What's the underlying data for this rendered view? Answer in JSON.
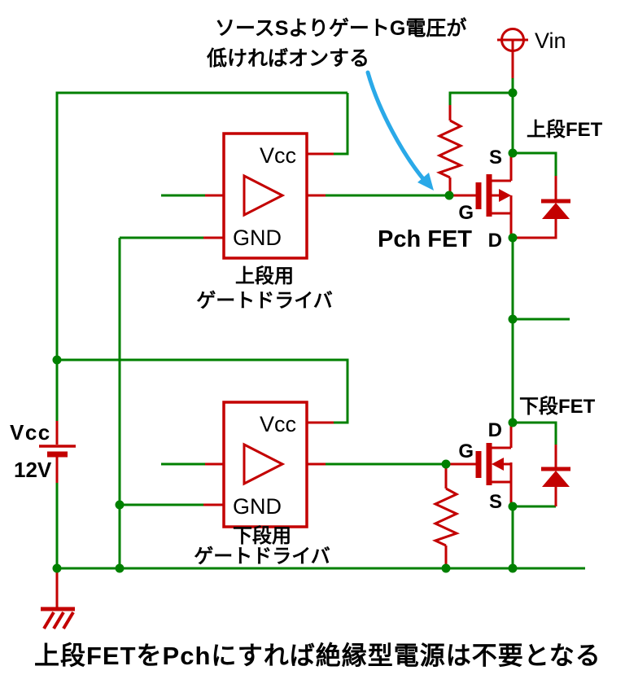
{
  "colors": {
    "wire_green": "#008000",
    "circuit_red": "#c30000",
    "highlight_red": "#ff3333",
    "arrow_blue": "#2aa9e8",
    "text_black": "#000000"
  },
  "annotation": {
    "line1": "ソースSよりゲートG電圧が",
    "line2": "低ければオンする"
  },
  "vin": {
    "label": "Vin"
  },
  "battery": {
    "name": "Vcc",
    "voltage": "12V"
  },
  "upper_driver": {
    "vcc_pin": "Vcc",
    "gnd_pin": "GND",
    "label_line1": "上段用",
    "label_line2": "ゲートドライバ"
  },
  "lower_driver": {
    "vcc_pin": "Vcc",
    "gnd_pin": "GND",
    "label_line1": "下段用",
    "label_line2": "ゲートドライバ"
  },
  "upper_fet": {
    "name": "上段FET",
    "pin_s": "S",
    "pin_g": "G",
    "pin_d": "D",
    "type_label": "Pch FET"
  },
  "lower_fet": {
    "name": "下段FET",
    "pin_d": "D",
    "pin_g": "G",
    "pin_s": "S"
  },
  "caption": "上段FETをPchにすれば絶縁型電源は不要となる"
}
